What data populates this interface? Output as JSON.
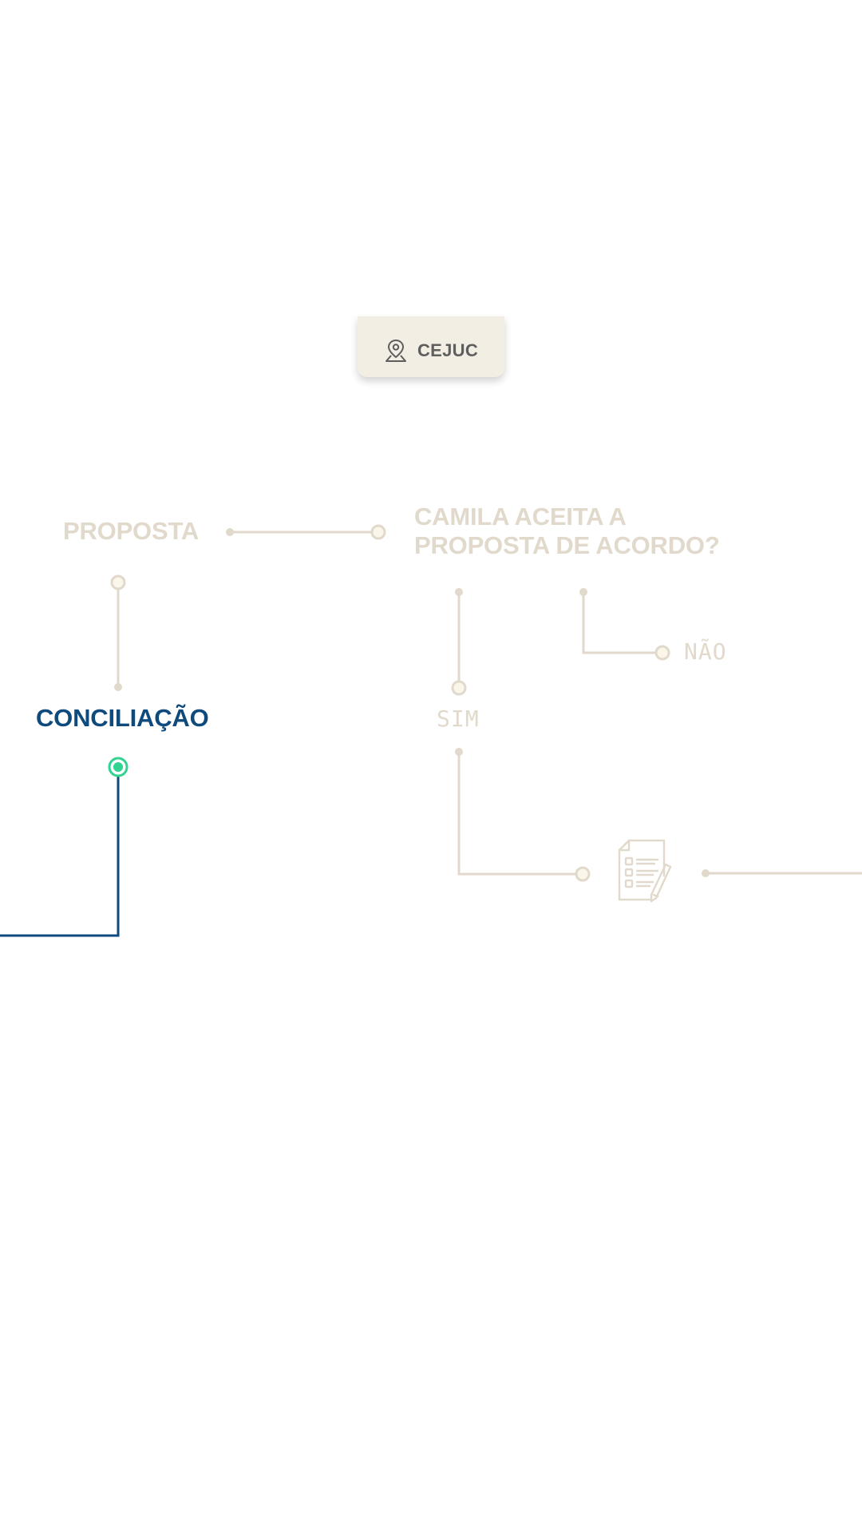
{
  "location_tag": {
    "icon": "location-pin-icon",
    "label": "CEJUC"
  },
  "steps": {
    "proposta": "PROPOSTA",
    "question_line1": "CAMILA ACEITA A",
    "question_line2": "PROPOSTA DE ACORDO?",
    "conciliacao": "CONCILIAÇÃO",
    "sim": "SIM",
    "nao": "NÃO"
  },
  "document_icon": "document-checklist-icon",
  "colors": {
    "muted": "#e1d9cb",
    "active": "#0e4a7c",
    "current_marker": "#2ed48f",
    "tag_background": "#f3eee4",
    "background": "#ffffff"
  }
}
